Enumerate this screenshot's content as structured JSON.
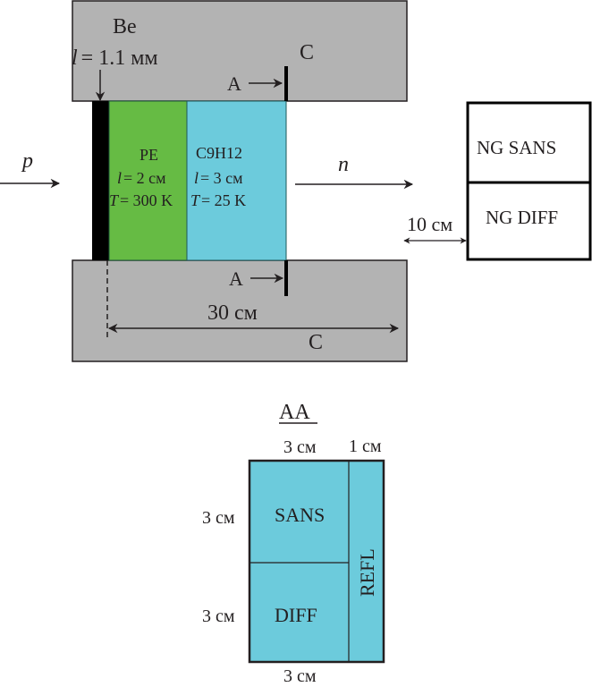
{
  "colors": {
    "shield": "#b3b3b3",
    "pe": "#66bb44",
    "c9h12": "#6ccbdc",
    "be": "#000000",
    "detector_fill": "#ffffff",
    "section_fill": "#6ccbdc",
    "line": "#231f20"
  },
  "beam": {
    "incoming_label": "p",
    "outgoing_label": "n"
  },
  "beryllium": {
    "name": "Be",
    "thickness_label": "l = 1.1 мм",
    "thickness_sym": "l",
    "thickness_val": "= 1.1 мм"
  },
  "moderators": [
    {
      "name": "PE",
      "length_sym": "l",
      "length_val": "= 2 см",
      "temp_sym": "T",
      "temp_val": "= 300 K"
    },
    {
      "name": "C9H12",
      "length_sym": "l",
      "length_val": "= 3 см",
      "temp_sym": "T",
      "temp_val": "= 25 K"
    }
  ],
  "shielding": {
    "material_top": "C",
    "material_bottom": "C",
    "length_label": "30 см"
  },
  "section_marks": {
    "top": "A",
    "bottom": "A"
  },
  "detectors": {
    "upper": "NG SANS",
    "lower": "NG DIFF",
    "distance_label": "10 см"
  },
  "cross_section": {
    "title": "AA",
    "top_width_label": "3 см",
    "refl_width_label": "1 см",
    "upper_height_label": "3 см",
    "lower_height_label": "3 см",
    "bottom_width_label": "3 см",
    "cells": {
      "sans": "SANS",
      "diff": "DIFF",
      "refl": "REFL"
    }
  }
}
